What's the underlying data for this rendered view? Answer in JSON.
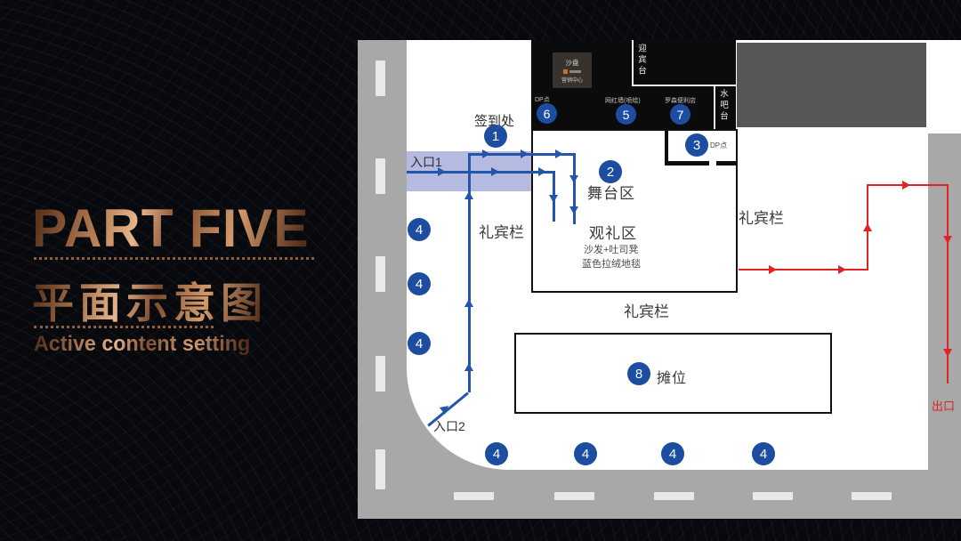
{
  "slide": {
    "part_label": "PART FIVE",
    "title_cn": "平面示意图",
    "subtitle_en": "Active content setting"
  },
  "header": {
    "sign_box_line1": "沙盘",
    "sign_box_line2": "营销中心",
    "welcome_desk": "迎宾台",
    "water_bar": "水吧台",
    "p6_label": "DP点",
    "p5_label": "网红墙(喷绘)",
    "p7_label": "罗森便利店"
  },
  "markers": {
    "n1": "1",
    "n2": "2",
    "n3": "3",
    "n4": "4",
    "n5": "5",
    "n6": "6",
    "n7": "7",
    "n8": "8"
  },
  "labels": {
    "checkin": "签到处",
    "entrance1": "入口1",
    "entrance2": "入口2",
    "exit": "出口",
    "stage_area": "舞台区",
    "viewing_area": "观礼区",
    "viewing_note1": "沙发+吐司凳",
    "viewing_note2": "蓝色拉绒地毯",
    "guest_rail": "礼宾栏",
    "booth": "摊位",
    "dp_point": "DP点"
  },
  "colors": {
    "marker_blue": "#1d4da0",
    "route_blue": "#2356ab",
    "route_red": "#e02424",
    "entrance_band": "#b5bbe0",
    "road_gray": "#a8a8a8",
    "copper_accent": "#b47c52"
  }
}
